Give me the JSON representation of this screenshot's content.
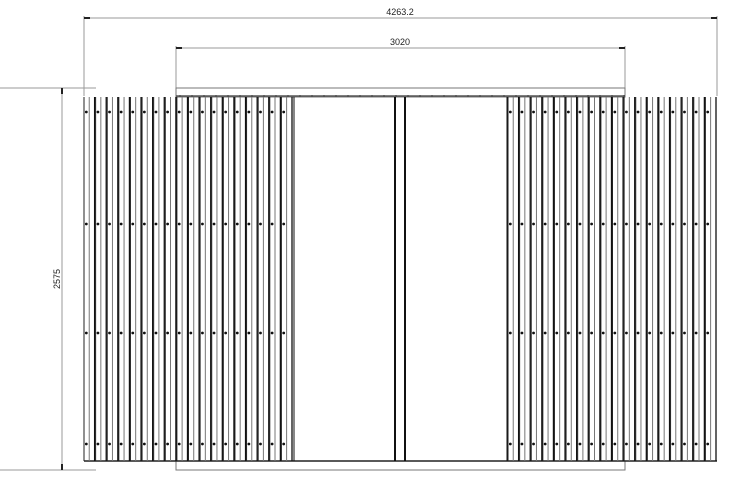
{
  "dimensions": {
    "overall_width": "4263.2",
    "opening_width": "3020",
    "height": "2575"
  },
  "drawing": {
    "panels_per_side": 18,
    "dot_rows": 4,
    "line_color": "#111111",
    "dim_color": "#999999"
  }
}
